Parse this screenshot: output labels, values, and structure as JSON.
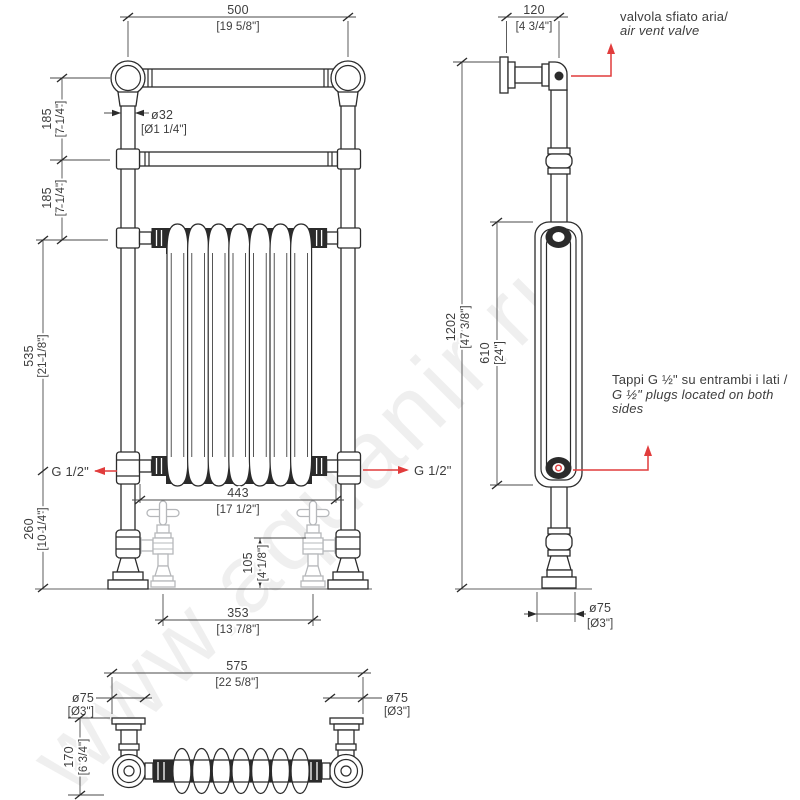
{
  "meta": {
    "type": "technical dimension drawing",
    "subject": "traditional heated towel rail radiator",
    "views": [
      "front",
      "side",
      "plan"
    ]
  },
  "colors": {
    "line": "#2b2b2b",
    "dim_text": "#3d3d3d",
    "accent_red": "#e13c3c",
    "valve_gray": "#b6b8bb"
  },
  "watermark": {
    "text": "www.aquanir.ru"
  },
  "front": {
    "width": {
      "mm": "500",
      "in": "[19 5/8\"]"
    },
    "tube": {
      "mm": "ø32",
      "in": "[Ø1 1/4\"]"
    },
    "seg1": {
      "mm": "185",
      "in": "[7 1/4\"]"
    },
    "seg2": {
      "mm": "185",
      "in": "[7 1/4\"]"
    },
    "seg3": {
      "mm": "535",
      "in": "[21 1/8\"]"
    },
    "seg4": {
      "mm": "260",
      "in": "[10 1/4\"]"
    },
    "conn": {
      "mm": "443",
      "in": "[17 1/2\"]"
    },
    "valve_h": {
      "mm": "105",
      "in": "[4 1/8\"]"
    },
    "valve_span": {
      "mm": "353",
      "in": "[13 7/8\"]"
    },
    "g_left": "G 1/2\"",
    "g_right": "G 1/2\""
  },
  "side": {
    "depth": {
      "mm": "120",
      "in": "[4 3/4\"]"
    },
    "height": {
      "mm": "1202",
      "in": "[47 3/8\"]"
    },
    "radiator_h": {
      "mm": "610",
      "in": "[24\"]"
    },
    "foot": {
      "mm": "ø75",
      "in": "[Ø3\"]"
    },
    "vent_note": {
      "it": "valvola sfiato aria/",
      "en": "air vent valve"
    },
    "plug_note": {
      "l1": "Tappi G ½\" su entrambi i lati /",
      "l2": "G ½\" plugs located on both",
      "l3": "sides"
    }
  },
  "plan": {
    "width": {
      "mm": "575",
      "in": "[22 5/8\"]"
    },
    "foot_left": {
      "mm": "ø75",
      "in": "[Ø3\"]"
    },
    "foot_right": {
      "mm": "ø75",
      "in": "[Ø3\"]"
    },
    "depth": {
      "mm": "170",
      "in": "[6 3/4\"]"
    }
  }
}
